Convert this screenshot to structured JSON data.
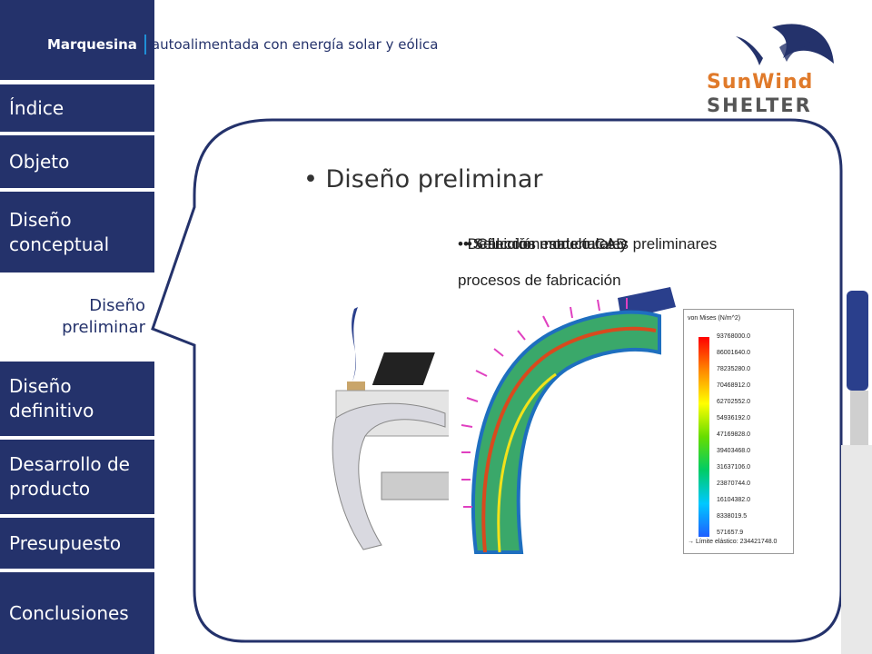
{
  "header": {
    "title_bold": "Marquesina",
    "title_rest": "autoalimentada con energía solar y eólica"
  },
  "logo": {
    "line1": "SunWind",
    "line2": "SHELTER",
    "colors": {
      "orange": "#e07a2a",
      "blue": "#24326b",
      "grey": "#555555"
    }
  },
  "nav": {
    "items": [
      {
        "label": "Índice"
      },
      {
        "label": "Objeto"
      },
      {
        "label": "Diseño conceptual"
      },
      {
        "label": "Diseño preliminar"
      },
      {
        "label": "Diseño definitivo"
      },
      {
        "label": "Desarrollo de producto"
      },
      {
        "label": "Presupuesto"
      },
      {
        "label": "Conclusiones"
      }
    ],
    "active_index": 3,
    "color": "#24326b"
  },
  "content": {
    "title": "• Diseño preliminar",
    "bullets": [
      "• Definición modelo CAD",
      "• Selección materiales y",
      "• Cálculos estructurales preliminares"
    ],
    "bullet_continuation": "procesos de fabricación"
  },
  "legend": {
    "title": "von Mises (N/m^2)",
    "values": [
      "93768000.0",
      "86001640.0",
      "78235280.0",
      "70468912.0",
      "62702552.0",
      "54936192.0",
      "47169828.0",
      "39403468.0",
      "31637106.0",
      "23870744.0",
      "16104382.0",
      "8338019.5",
      "571657.9"
    ],
    "footer": "→ Límite elástico: 234421748.0"
  }
}
